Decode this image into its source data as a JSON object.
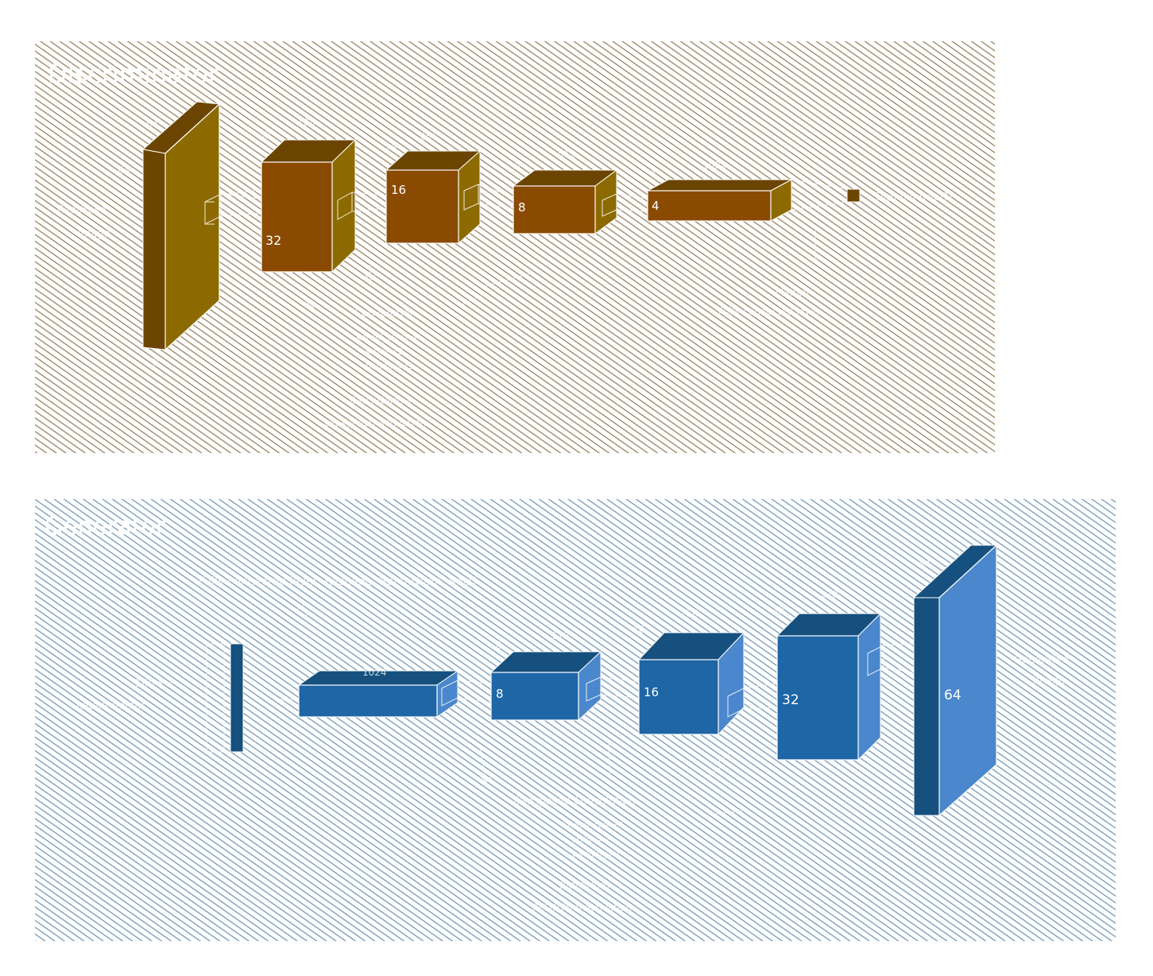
{
  "colors": {
    "disc_bg": "#a08a68",
    "disc_top": "#6b4500",
    "disc_front": "#8a4a00",
    "disc_side": "#8d6a00",
    "disc_input_front": "#8d6a00",
    "disc_input_top": "#6b4500",
    "gen_bg": "#7fa6c4",
    "gen_top": "#15507e",
    "gen_front": "#1e66a6",
    "gen_side": "#4a87cc",
    "gen_output_front": "#4a87cc"
  },
  "discriminator": {
    "title": "Discriminator",
    "input_label_line1": "Real/Fake",
    "input_label_line2": "image",
    "input_dim_top": "64",
    "input_dim_side": "64",
    "input_dim_bottom": "3",
    "blocks": [
      {
        "size": "32",
        "dim_top_left": "32",
        "dim_top_right": "128"
      },
      {
        "size": "16",
        "dim_top_left": "16",
        "dim_top_right": "256"
      },
      {
        "size": "8",
        "dim_top_left": "8",
        "dim_top_right": "512"
      },
      {
        "size": "4",
        "dim_top_left": "4",
        "dim_top_right": "1024"
      }
    ],
    "output_label": "Sigmoid (real?)",
    "conv_label": "Convolution",
    "conv_line1": "kernel_size=4",
    "conv_line2": "stride=2",
    "conv_line3": "padding=1",
    "bn_label_line1": "BatchNorm +",
    "bn_label_line2": "LeakyReLU activation",
    "flatten_line1": "Flatten",
    "flatten_line2": "Fully connected layer"
  },
  "generator": {
    "title": "Generator",
    "fc_label": "Fully connected layer, Reshape, BatchNorm, ReLU",
    "latent_label_line1": "100 x 1",
    "latent_label_line2": "Latent vector",
    "fc_dim": "1024",
    "fc_dim_side": "4",
    "fc_dim_top": "4",
    "blocks": [
      {
        "size": "8",
        "dim_top_left": "8",
        "dim_top_right": "512"
      },
      {
        "size": "16",
        "dim_top_left": "16",
        "dim_top_right": "256"
      },
      {
        "size": "32",
        "dim_top_left": "32",
        "dim_top_right": "128"
      },
      {
        "size": "64",
        "dim_top_left": "64",
        "dim_top_right": "3"
      }
    ],
    "output_label_line1": "Generated",
    "output_label_line2": "image",
    "tconv_label": "Transposed Convolution",
    "tconv_line1": "kernel_size=4",
    "tconv_line2": "stride=2",
    "tconv_line3": "padding=1",
    "bn_label_line1": "BatchNorm +",
    "bn_label_line2": "ReLU/Tanh activation"
  }
}
